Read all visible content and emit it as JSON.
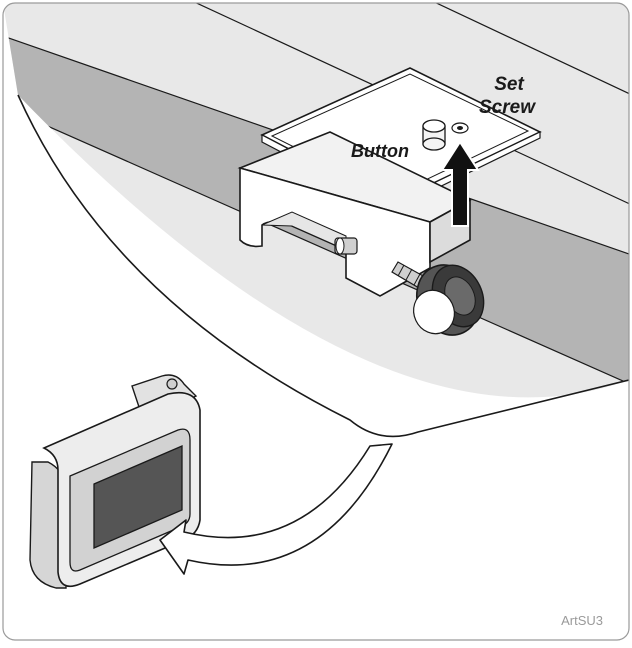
{
  "labels": {
    "set_screw_line1": "Set",
    "set_screw_line2": "Screw",
    "button": "Button",
    "art_code": "ArtSU3"
  },
  "colors": {
    "band_gray": "#b4b4b4",
    "band_light": "#e8e8e8",
    "outline": "#1a1a1a",
    "part_white": "#ffffff",
    "device_body": "#ededed",
    "device_bezel": "#d2d2d2",
    "screen": "#555555",
    "frame": "#9a9a9a",
    "art_code": "#9a9a9a"
  },
  "icons": {
    "arrow_up": "up-arrow-icon",
    "arrow_curved": "curved-arrow-icon"
  }
}
